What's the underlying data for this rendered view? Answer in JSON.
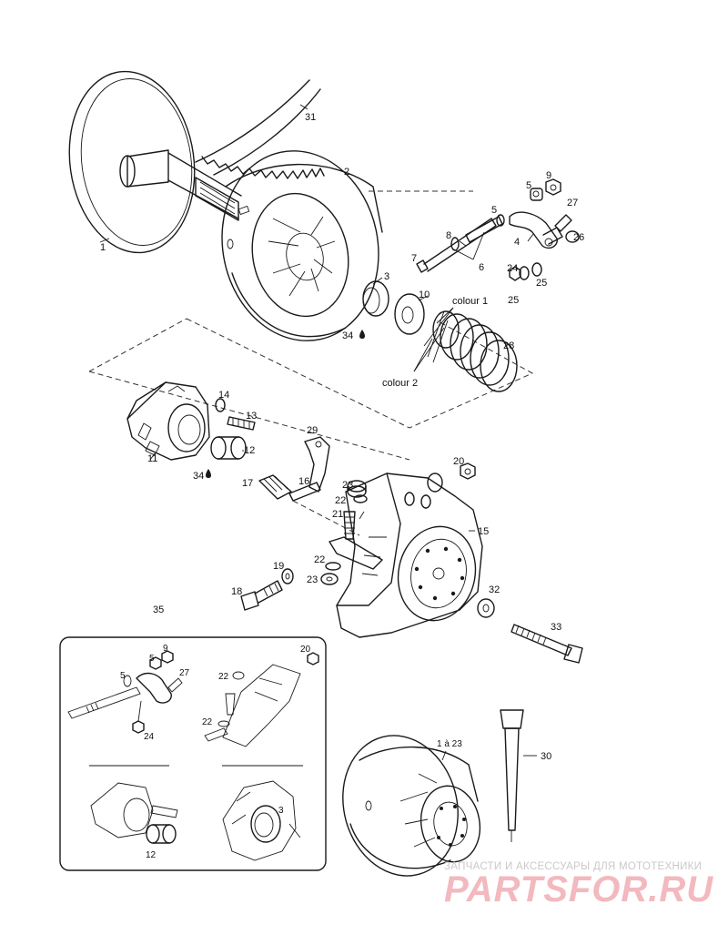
{
  "callouts": [
    {
      "id": "c1",
      "text": "1"
    },
    {
      "id": "c2",
      "text": "2"
    },
    {
      "id": "c3",
      "text": "3"
    },
    {
      "id": "c4",
      "text": "4"
    },
    {
      "id": "c5a",
      "text": "5"
    },
    {
      "id": "c5b",
      "text": "5"
    },
    {
      "id": "c6",
      "text": "6"
    },
    {
      "id": "c7",
      "text": "7"
    },
    {
      "id": "c8",
      "text": "8"
    },
    {
      "id": "c9",
      "text": "9"
    },
    {
      "id": "c10",
      "text": "10"
    },
    {
      "id": "c11",
      "text": "11"
    },
    {
      "id": "c12",
      "text": "12"
    },
    {
      "id": "c13",
      "text": "13"
    },
    {
      "id": "c14",
      "text": "14"
    },
    {
      "id": "c15",
      "text": "15"
    },
    {
      "id": "c16",
      "text": "16"
    },
    {
      "id": "c17",
      "text": "17"
    },
    {
      "id": "c18",
      "text": "18"
    },
    {
      "id": "c19",
      "text": "19"
    },
    {
      "id": "c20",
      "text": "20"
    },
    {
      "id": "c21",
      "text": "21"
    },
    {
      "id": "c22a",
      "text": "22"
    },
    {
      "id": "c22b",
      "text": "22"
    },
    {
      "id": "c23a",
      "text": "23"
    },
    {
      "id": "c23b",
      "text": "23"
    },
    {
      "id": "c24",
      "text": "24"
    },
    {
      "id": "c25a",
      "text": "25"
    },
    {
      "id": "c25b",
      "text": "25"
    },
    {
      "id": "c26",
      "text": "26"
    },
    {
      "id": "c27",
      "text": "27"
    },
    {
      "id": "c28",
      "text": "28"
    },
    {
      "id": "c29",
      "text": "29"
    },
    {
      "id": "c30",
      "text": "30"
    },
    {
      "id": "c31",
      "text": "31"
    },
    {
      "id": "c32",
      "text": "32"
    },
    {
      "id": "c33",
      "text": "33"
    },
    {
      "id": "c34a",
      "text": "34"
    },
    {
      "id": "c34b",
      "text": "34"
    },
    {
      "id": "c35",
      "text": "35"
    },
    {
      "id": "c1to23",
      "text": "1 à 23"
    },
    {
      "id": "colour1",
      "text": "colour 1"
    },
    {
      "id": "colour2",
      "text": "colour 2"
    }
  ],
  "inset_callouts": [
    {
      "id": "i9",
      "text": "9"
    },
    {
      "id": "i5a",
      "text": "5"
    },
    {
      "id": "i5b",
      "text": "5"
    },
    {
      "id": "i27",
      "text": "27"
    },
    {
      "id": "i24",
      "text": "24"
    },
    {
      "id": "i20",
      "text": "20"
    },
    {
      "id": "i22a",
      "text": "22"
    },
    {
      "id": "i22b",
      "text": "22"
    },
    {
      "id": "i3",
      "text": "3"
    },
    {
      "id": "i12",
      "text": "12"
    }
  ],
  "watermark": {
    "subtitle": "ЗАПЧАСТИ И АКСЕССУАРЫ ДЛЯ МОТОТЕХНИКИ",
    "logo": "PARTSFOR.RU"
  },
  "colors": {
    "line": "#1a1a1a",
    "watermark_logo": "#f2b9bf",
    "watermark_text": "#c9c9c9"
  }
}
